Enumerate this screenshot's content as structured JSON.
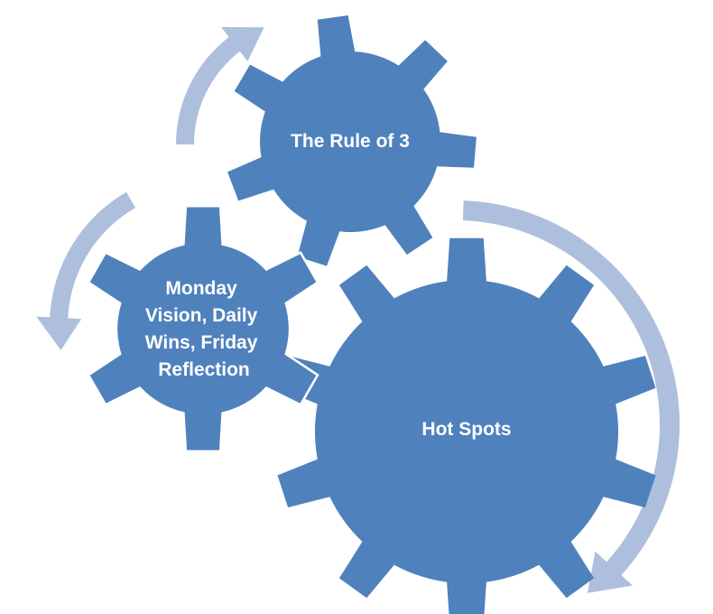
{
  "diagram": {
    "type": "gear-cycle",
    "colors": {
      "gear_fill": "#4f81bd",
      "arrow_fill": "#adbfdd",
      "label_text": "#ffffff",
      "background": "#ffffff"
    },
    "gears": [
      {
        "id": "rule-of-3",
        "label_lines": [
          "The Rule of 3"
        ],
        "teeth": 7
      },
      {
        "id": "weekly-cycle",
        "label_lines": [
          "Monday",
          "Vision, Daily",
          "Wins, Friday",
          "Reflection"
        ],
        "teeth": 6
      },
      {
        "id": "hot-spots",
        "label_lines": [
          "Hot Spots"
        ],
        "teeth": 10
      }
    ],
    "arrows": [
      {
        "id": "arrow-to-rule-of-3",
        "direction": "clockwise-up"
      },
      {
        "id": "arrow-to-weekly-cycle",
        "direction": "counterclockwise-down"
      },
      {
        "id": "arrow-around-hot-spots",
        "direction": "clockwise-down"
      }
    ]
  }
}
